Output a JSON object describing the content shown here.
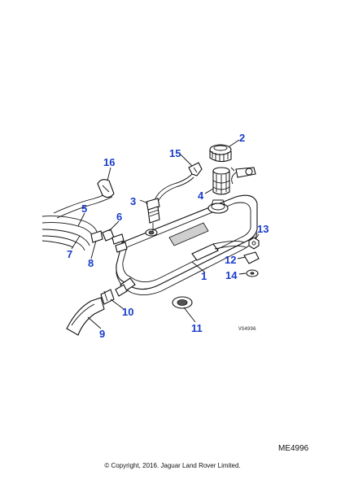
{
  "diagram": {
    "callouts": [
      "1",
      "2",
      "3",
      "4",
      "5",
      "6",
      "7",
      "8",
      "9",
      "10",
      "11",
      "12",
      "13",
      "14",
      "15",
      "16"
    ],
    "view_ref": "VS4996"
  },
  "footer": {
    "code": "ME4996",
    "copyright": "© Copyright, 2016. Jaguar Land Rover Limited."
  }
}
